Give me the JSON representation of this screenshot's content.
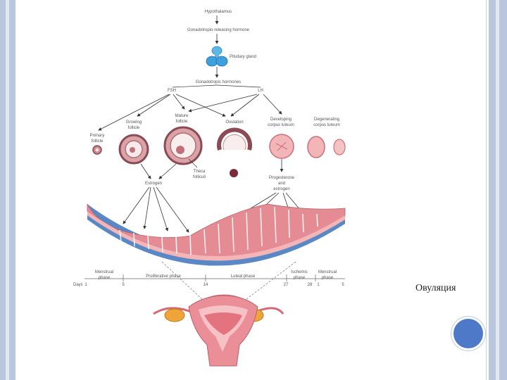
{
  "diagram": {
    "hypothalamus": "Hypothalamus",
    "gnrh": "Gonadotropin-releasing hormone",
    "pituitary": "Pituitary gland",
    "gonadotropic": "Gonadotropic hormones",
    "fsh": "FSH",
    "lh": "LH",
    "primary_follicle": [
      "Primary",
      "follicle"
    ],
    "growing_follicle": [
      "Growing",
      "follicle"
    ],
    "mature_follicle": [
      "Mature",
      "follicle"
    ],
    "ovulation": "Ovulation",
    "developing_corpus": [
      "Developing",
      "corpus luteum"
    ],
    "degenerating_corpus": [
      "Degenerating",
      "corpus luteum"
    ],
    "theca": [
      "Theca",
      "folliculi"
    ],
    "estrogen": "Estrogen",
    "progesterone": [
      "Progesterone",
      "and",
      "estrogen"
    ],
    "phases": {
      "menstrual": [
        "Menstrual",
        "phase"
      ],
      "proliferative": "Proliferative phase",
      "luteal": "Luteal phase",
      "ischemic": [
        "Ischemic",
        "phase"
      ],
      "menstrual2": [
        "Menstrual",
        "phase"
      ]
    },
    "days_label": "Days",
    "days": [
      "1",
      "5",
      "14",
      "27",
      "28",
      "1",
      "5"
    ]
  },
  "caption": "Овуляция",
  "colors": {
    "accent_circle": "#4d79c8",
    "tissue": "#e48b93",
    "ovary": "#f0a53a"
  }
}
